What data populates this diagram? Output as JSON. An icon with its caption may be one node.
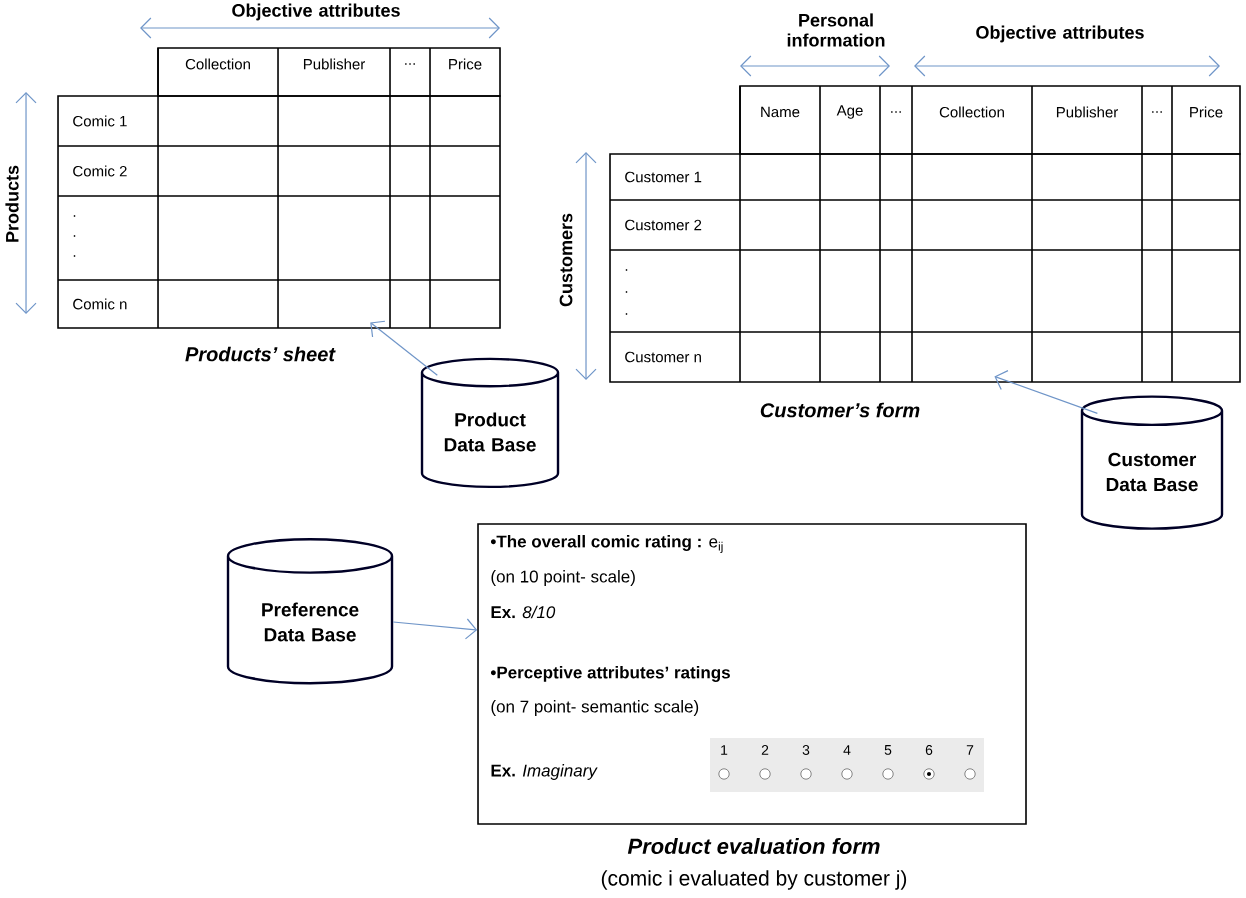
{
  "diagram": {
    "nodes": [
      {
        "text": [
          "Collection",
          "Publisher",
          "...",
          "Price",
          "Comic 1",
          "Comic 2",
          ".",
          ".",
          ".",
          "Comic n"
        ],
        "beside": [
          "Products’ sheet"
        ]
      },
      {
        "text": [
          "Product Data Base"
        ]
      },
      {
        "text": [
          "Name",
          "Age",
          "...",
          "Collection",
          "Publisher",
          "...",
          "Price",
          "Customer 1",
          "Customer 2",
          ".",
          ".",
          ".",
          "Customer n"
        ],
        "beside": [
          "Customer’s  form"
        ]
      },
      {
        "text": [
          "Customer Data Base"
        ]
      },
      {
        "text": [
          "Preference Data Base"
        ]
      },
      {
        "text": [
          "**•The overall comic rating :** e$_{ij}$",
          "(on 10 point- scale)",
          "**Ex.** *8/10*",
          "•Perceptive attributes’ ratings",
          "(on 7 point- semantic scale)",
          "**Ex.** *Imaginary*",
          "1",
          "2",
          "3",
          "4",
          "5",
          "6",
          "7"
        ],
        "beside": [
          "Product evaluation form",
          "(comic i evaluated by customer j)"
        ]
      }
    ],
    "edges": [
      {
        "from": 1,
        "to": 0,
        "arrow": "to"
      },
      {
        "from": 3,
        "to": 2,
        "arrow": "to"
      },
      {
        "from": 4,
        "to": 5,
        "arrow": "to"
      }
    ],
    "labels": [
      "Objective attributes",
      "Products",
      "Personal information",
      "Objective attributes",
      "Customers"
    ]
  }
}
